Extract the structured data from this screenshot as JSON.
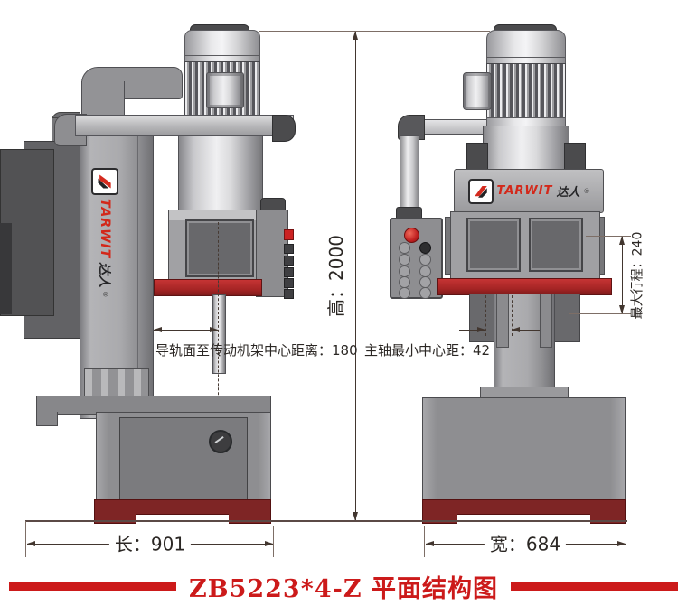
{
  "title": {
    "text": "ZB5223*4-Z 平面结构图"
  },
  "brand": {
    "name": "TARWIT",
    "cn": "达人",
    "registered": "®"
  },
  "dimensions": {
    "height": {
      "label": "高：2000"
    },
    "length": {
      "label": "长：901"
    },
    "width": {
      "label": "宽：684"
    },
    "max_stroke": {
      "label": "最大行程：240"
    },
    "rail_to_frame": {
      "label": "导轨面至传动机架中心距离：180"
    },
    "min_spindle_dist": {
      "label": "主轴最小中心距：42"
    }
  },
  "colors": {
    "title_red": "#cc1a1a",
    "table_red": "#a42424",
    "base_red": "#7e2525",
    "brand_red": "#d3281a",
    "machine_gray": "#9b9b9f"
  }
}
